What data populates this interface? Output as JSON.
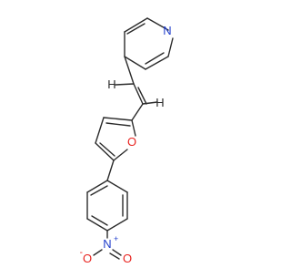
{
  "molecule": {
    "bond_color": "#2b2b2b",
    "colors": {
      "N": "#1f3dcc",
      "O": "#e8231f"
    },
    "atom_labels": {
      "pyridine_n": "N",
      "furan_o": "O",
      "nitro_n": "N",
      "nitro_n_charge": "+",
      "nitro_o_left": "O",
      "nitro_o_left_charge": "-",
      "nitro_o_right": "O"
    },
    "stereo_marks": {
      "upper_h": "H",
      "lower_h": "H"
    }
  }
}
